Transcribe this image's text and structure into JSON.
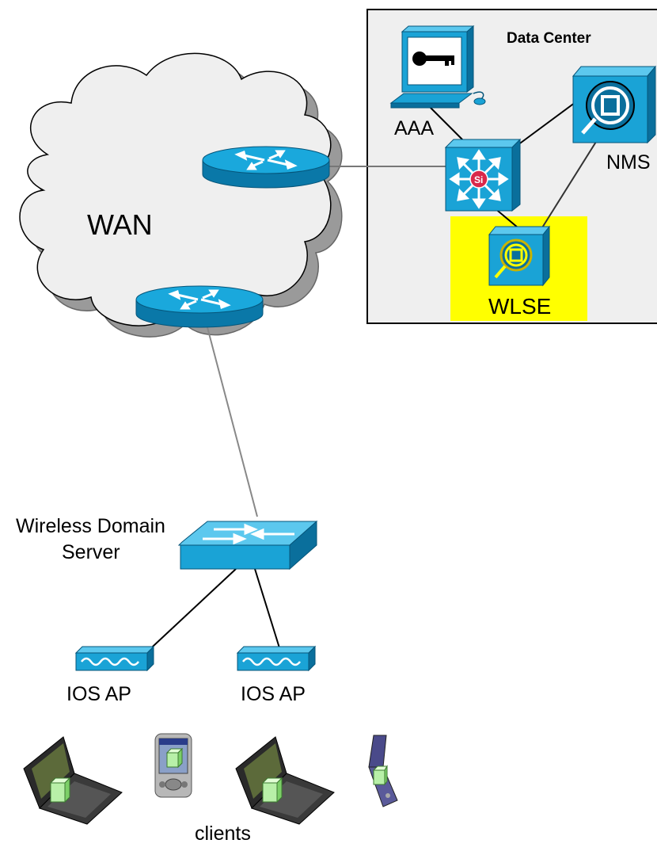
{
  "data_center": {
    "title": "Data Center"
  },
  "wan": {
    "label": "WAN"
  },
  "nodes": {
    "aaa": "AAA",
    "nms": "NMS",
    "wlse": "WLSE",
    "wds": [
      "Wireless Domain",
      "Server"
    ],
    "ap1": "IOS AP",
    "ap2": "IOS AP",
    "clients": "clients"
  },
  "colors": {
    "device_blue": "#1aa3d6",
    "device_blue_dark": "#0a6f9c",
    "wlse_highlight": "#ffff00",
    "datacenter_bg": "#efefef",
    "cloud_fill": "#efefef",
    "cloud_shadow": "#999999"
  },
  "icons": [
    "key-monitor-icon",
    "router-icon",
    "layer3-switch-icon",
    "nms-server-icon",
    "wlse-appliance-icon",
    "workgroup-switch-icon",
    "access-point-icon",
    "laptop-icon",
    "pda-icon",
    "mobile-phone-icon"
  ]
}
